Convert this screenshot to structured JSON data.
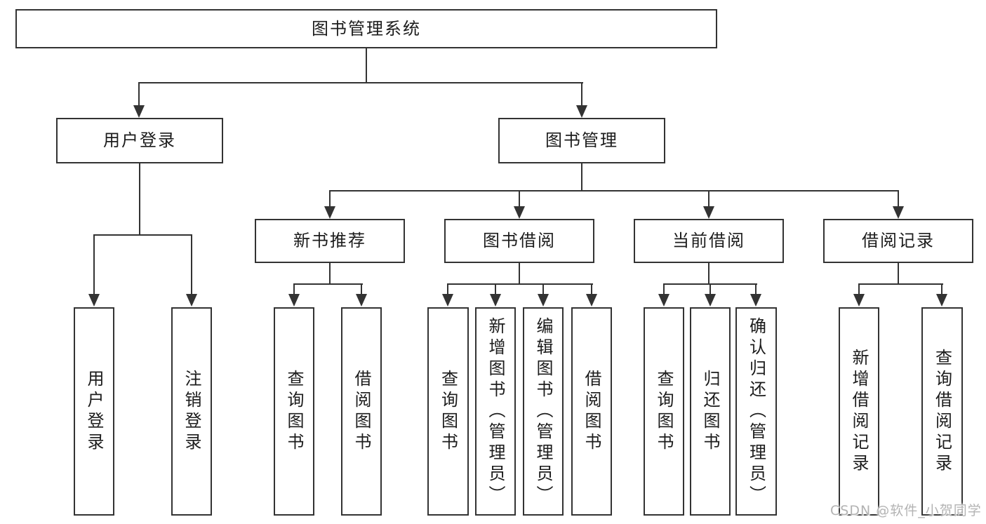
{
  "diagram": {
    "root": "图书管理系统",
    "level2": [
      "用户登录",
      "图书管理"
    ],
    "level3": [
      "新书推荐",
      "图书借阅",
      "当前借阅",
      "借阅记录"
    ],
    "leaves": {
      "user": [
        "用户登录",
        "注销登录"
      ],
      "recommend": [
        "查询图书",
        "借阅图书"
      ],
      "borrow": [
        "查询图书",
        "新增图书（管理员）",
        "编辑图书（管理员）",
        "借阅图书"
      ],
      "current": [
        "查询图书",
        "归还图书",
        "确认归还（管理员）"
      ],
      "records": [
        "新增借阅记录",
        "查询借阅记录"
      ]
    }
  },
  "watermark": {
    "text": "CSDN @软件_小贺同学"
  },
  "colors": {
    "line": "#333333",
    "text": "#1c1c1c",
    "box_background": "#ffffff",
    "watermark": "#b3b3b3"
  }
}
